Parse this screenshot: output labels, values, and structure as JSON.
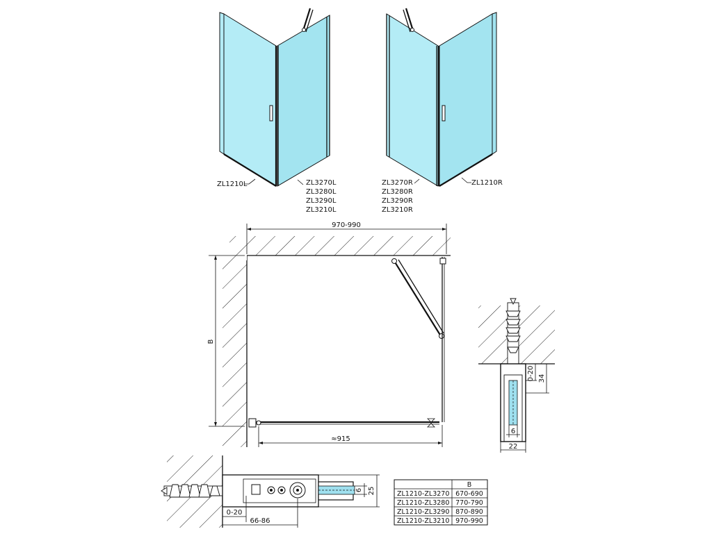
{
  "perspective_left": {
    "wall_panel_code": "ZL1210L",
    "door_codes": [
      "ZL3270L",
      "ZL3280L",
      "ZL3290L",
      "ZL3210L"
    ]
  },
  "perspective_right": {
    "door_codes": [
      "ZL3270R",
      "ZL3280R",
      "ZL3290R",
      "ZL3210R"
    ],
    "wall_panel_code": "ZL1210R"
  },
  "plan": {
    "width_label": "970-990",
    "depth_label": "B",
    "panel_label": "≈915"
  },
  "detail_profile": {
    "adjust_label": "0-20",
    "depth_label": "34",
    "glass_label": "6",
    "width_label": "22"
  },
  "detail_hinge": {
    "glass_label": "6",
    "height_label": "25",
    "adjust_label": "0-20",
    "length_label": "66-86"
  },
  "table": {
    "header": [
      "",
      "B"
    ],
    "rows": [
      [
        "ZL1210-ZL3270",
        "670-690"
      ],
      [
        "ZL1210-ZL3280",
        "770-790"
      ],
      [
        "ZL1210-ZL3290",
        "870-890"
      ],
      [
        "ZL1210-ZL3210",
        "970-990"
      ]
    ]
  }
}
